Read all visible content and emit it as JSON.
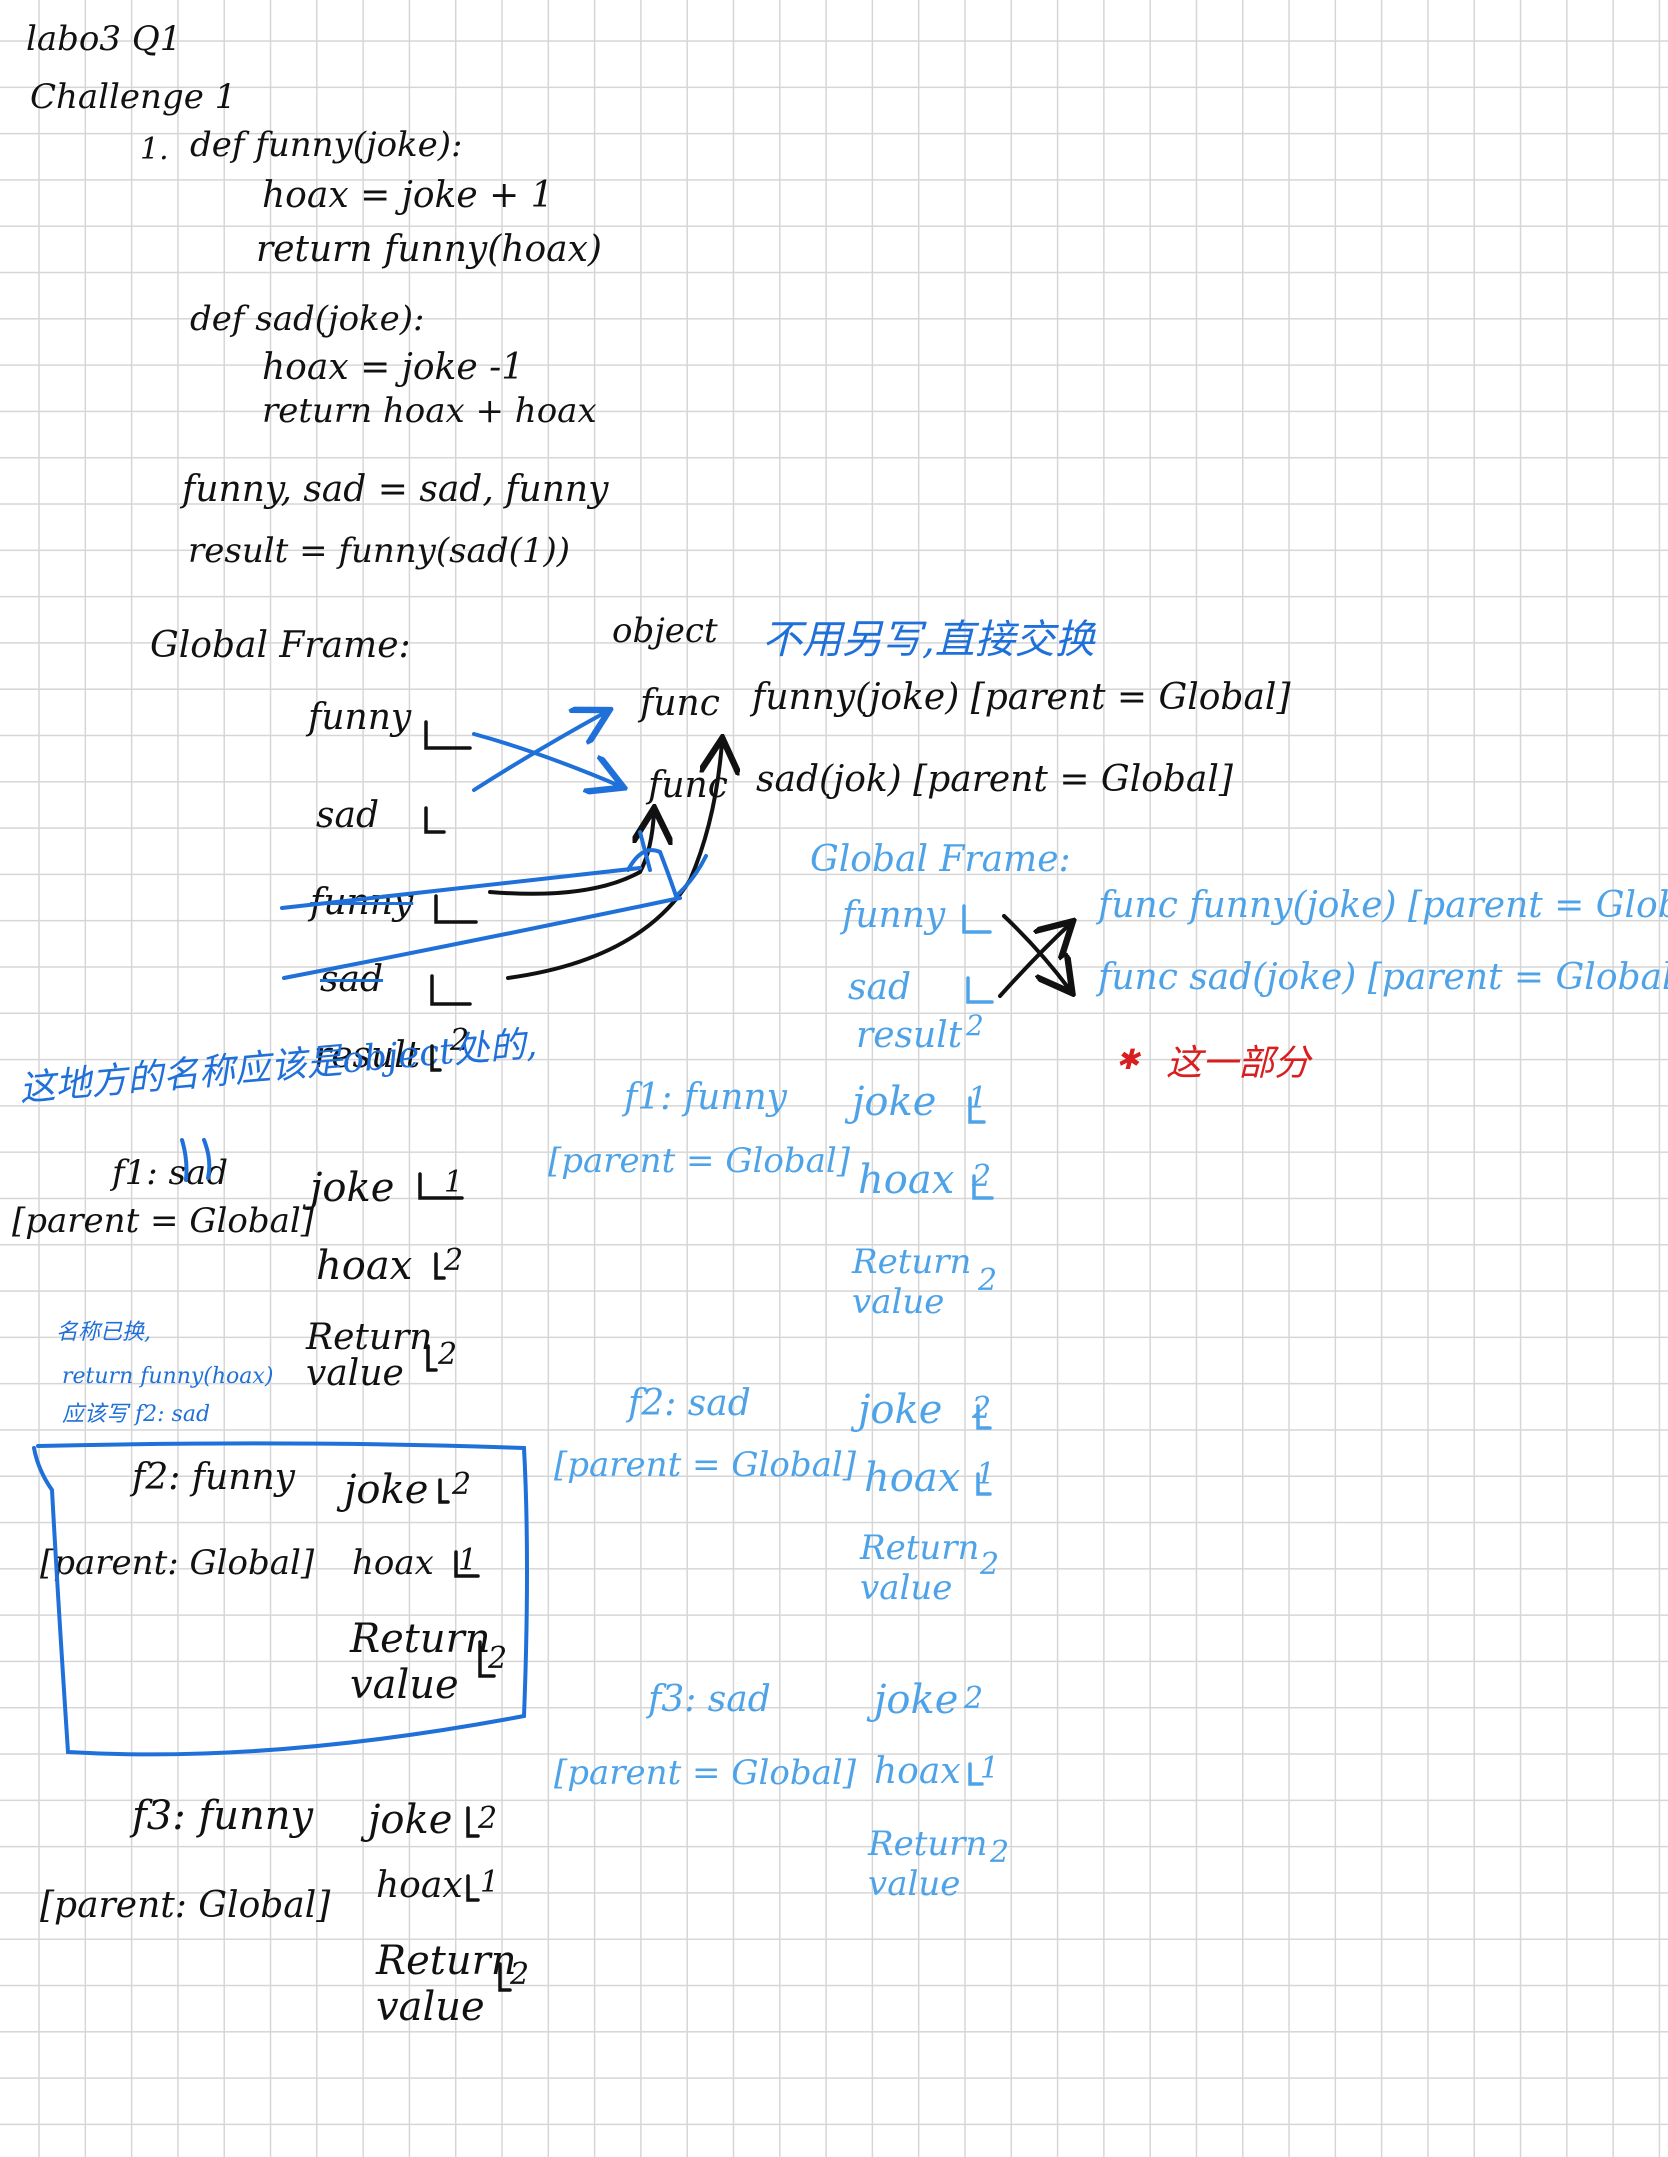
{
  "header": {
    "title": "labo3 Q1",
    "subtitle": "Challenge 1"
  },
  "code": {
    "number": "1.",
    "lines": [
      "def funny(joke):",
      "hoax = joke + 1",
      "return funny(hoax)",
      "def sad(joke):",
      "hoax = joke -1",
      "return hoax + hoax",
      "funny, sad = sad, funny",
      "result = funny(sad(1))"
    ]
  },
  "env": {
    "global_frame_label": "Global Frame:",
    "object_label": "object",
    "note_swap": "不用另写,直接交换",
    "funcs": [
      {
        "prefix": "func",
        "sig": "funny(joke) [parent = Global]"
      },
      {
        "prefix": "func",
        "sig": "sad(jok) [parent = Global]"
      }
    ],
    "global_vars": [
      "funny",
      "sad",
      "funny",
      "sad",
      "result"
    ],
    "result_value": "2",
    "note_names": "这地方的名称应该是object处的,",
    "f1": {
      "name": "f1: sad",
      "parent": "[parent = Global]",
      "rows": [
        {
          "k": "joke",
          "v": "1"
        },
        {
          "k": "hoax",
          "v": "2"
        },
        {
          "k": "Return value",
          "v": "2"
        }
      ]
    },
    "note_rename": [
      "名称已换,",
      "return funny(hoax)",
      "应该写 f2: sad"
    ],
    "f2": {
      "name": "f2: funny",
      "parent": "[parent: Global]",
      "rows": [
        {
          "k": "joke",
          "v": "2"
        },
        {
          "k": "hoax",
          "v": "1"
        },
        {
          "k": "Return value",
          "v": "2"
        }
      ]
    },
    "f3": {
      "name": "f3: funny",
      "parent": "[parent: Global]",
      "rows": [
        {
          "k": "joke",
          "v": "2"
        },
        {
          "k": "hoax",
          "v": "1"
        },
        {
          "k": "Return value",
          "v": "2"
        }
      ]
    }
  },
  "correction": {
    "global_frame_label": "Global Frame:",
    "globals": [
      {
        "k": "funny",
        "v": ""
      },
      {
        "k": "sad",
        "v": ""
      },
      {
        "k": "result",
        "v": "2"
      }
    ],
    "funcs": [
      "func funny(joke) [parent = Global]",
      "func sad(joke) [parent = Global]"
    ],
    "note": "这一部分",
    "frames": [
      {
        "name": "f1: funny",
        "parent": "[parent = Global]",
        "rows": [
          {
            "k": "joke",
            "v": "1"
          },
          {
            "k": "hoax",
            "v": "2"
          },
          {
            "k": "Return value",
            "v": "2"
          }
        ]
      },
      {
        "name": "f2: sad",
        "parent": "[parent = Global]",
        "rows": [
          {
            "k": "joke",
            "v": "2"
          },
          {
            "k": "hoax",
            "v": "1"
          },
          {
            "k": "Return value",
            "v": "2"
          }
        ]
      },
      {
        "name": "f3: sad",
        "parent": "[parent = Global]",
        "rows": [
          {
            "k": "joke",
            "v": "2"
          },
          {
            "k": "hoax",
            "v": "1"
          },
          {
            "k": "Return value",
            "v": "2"
          }
        ]
      }
    ]
  },
  "colors": {
    "ink": "#111111",
    "blue": "#1f70d8",
    "light_blue": "#4ea3e8",
    "red": "#d81e1e",
    "grid": "#d6d6d6"
  }
}
